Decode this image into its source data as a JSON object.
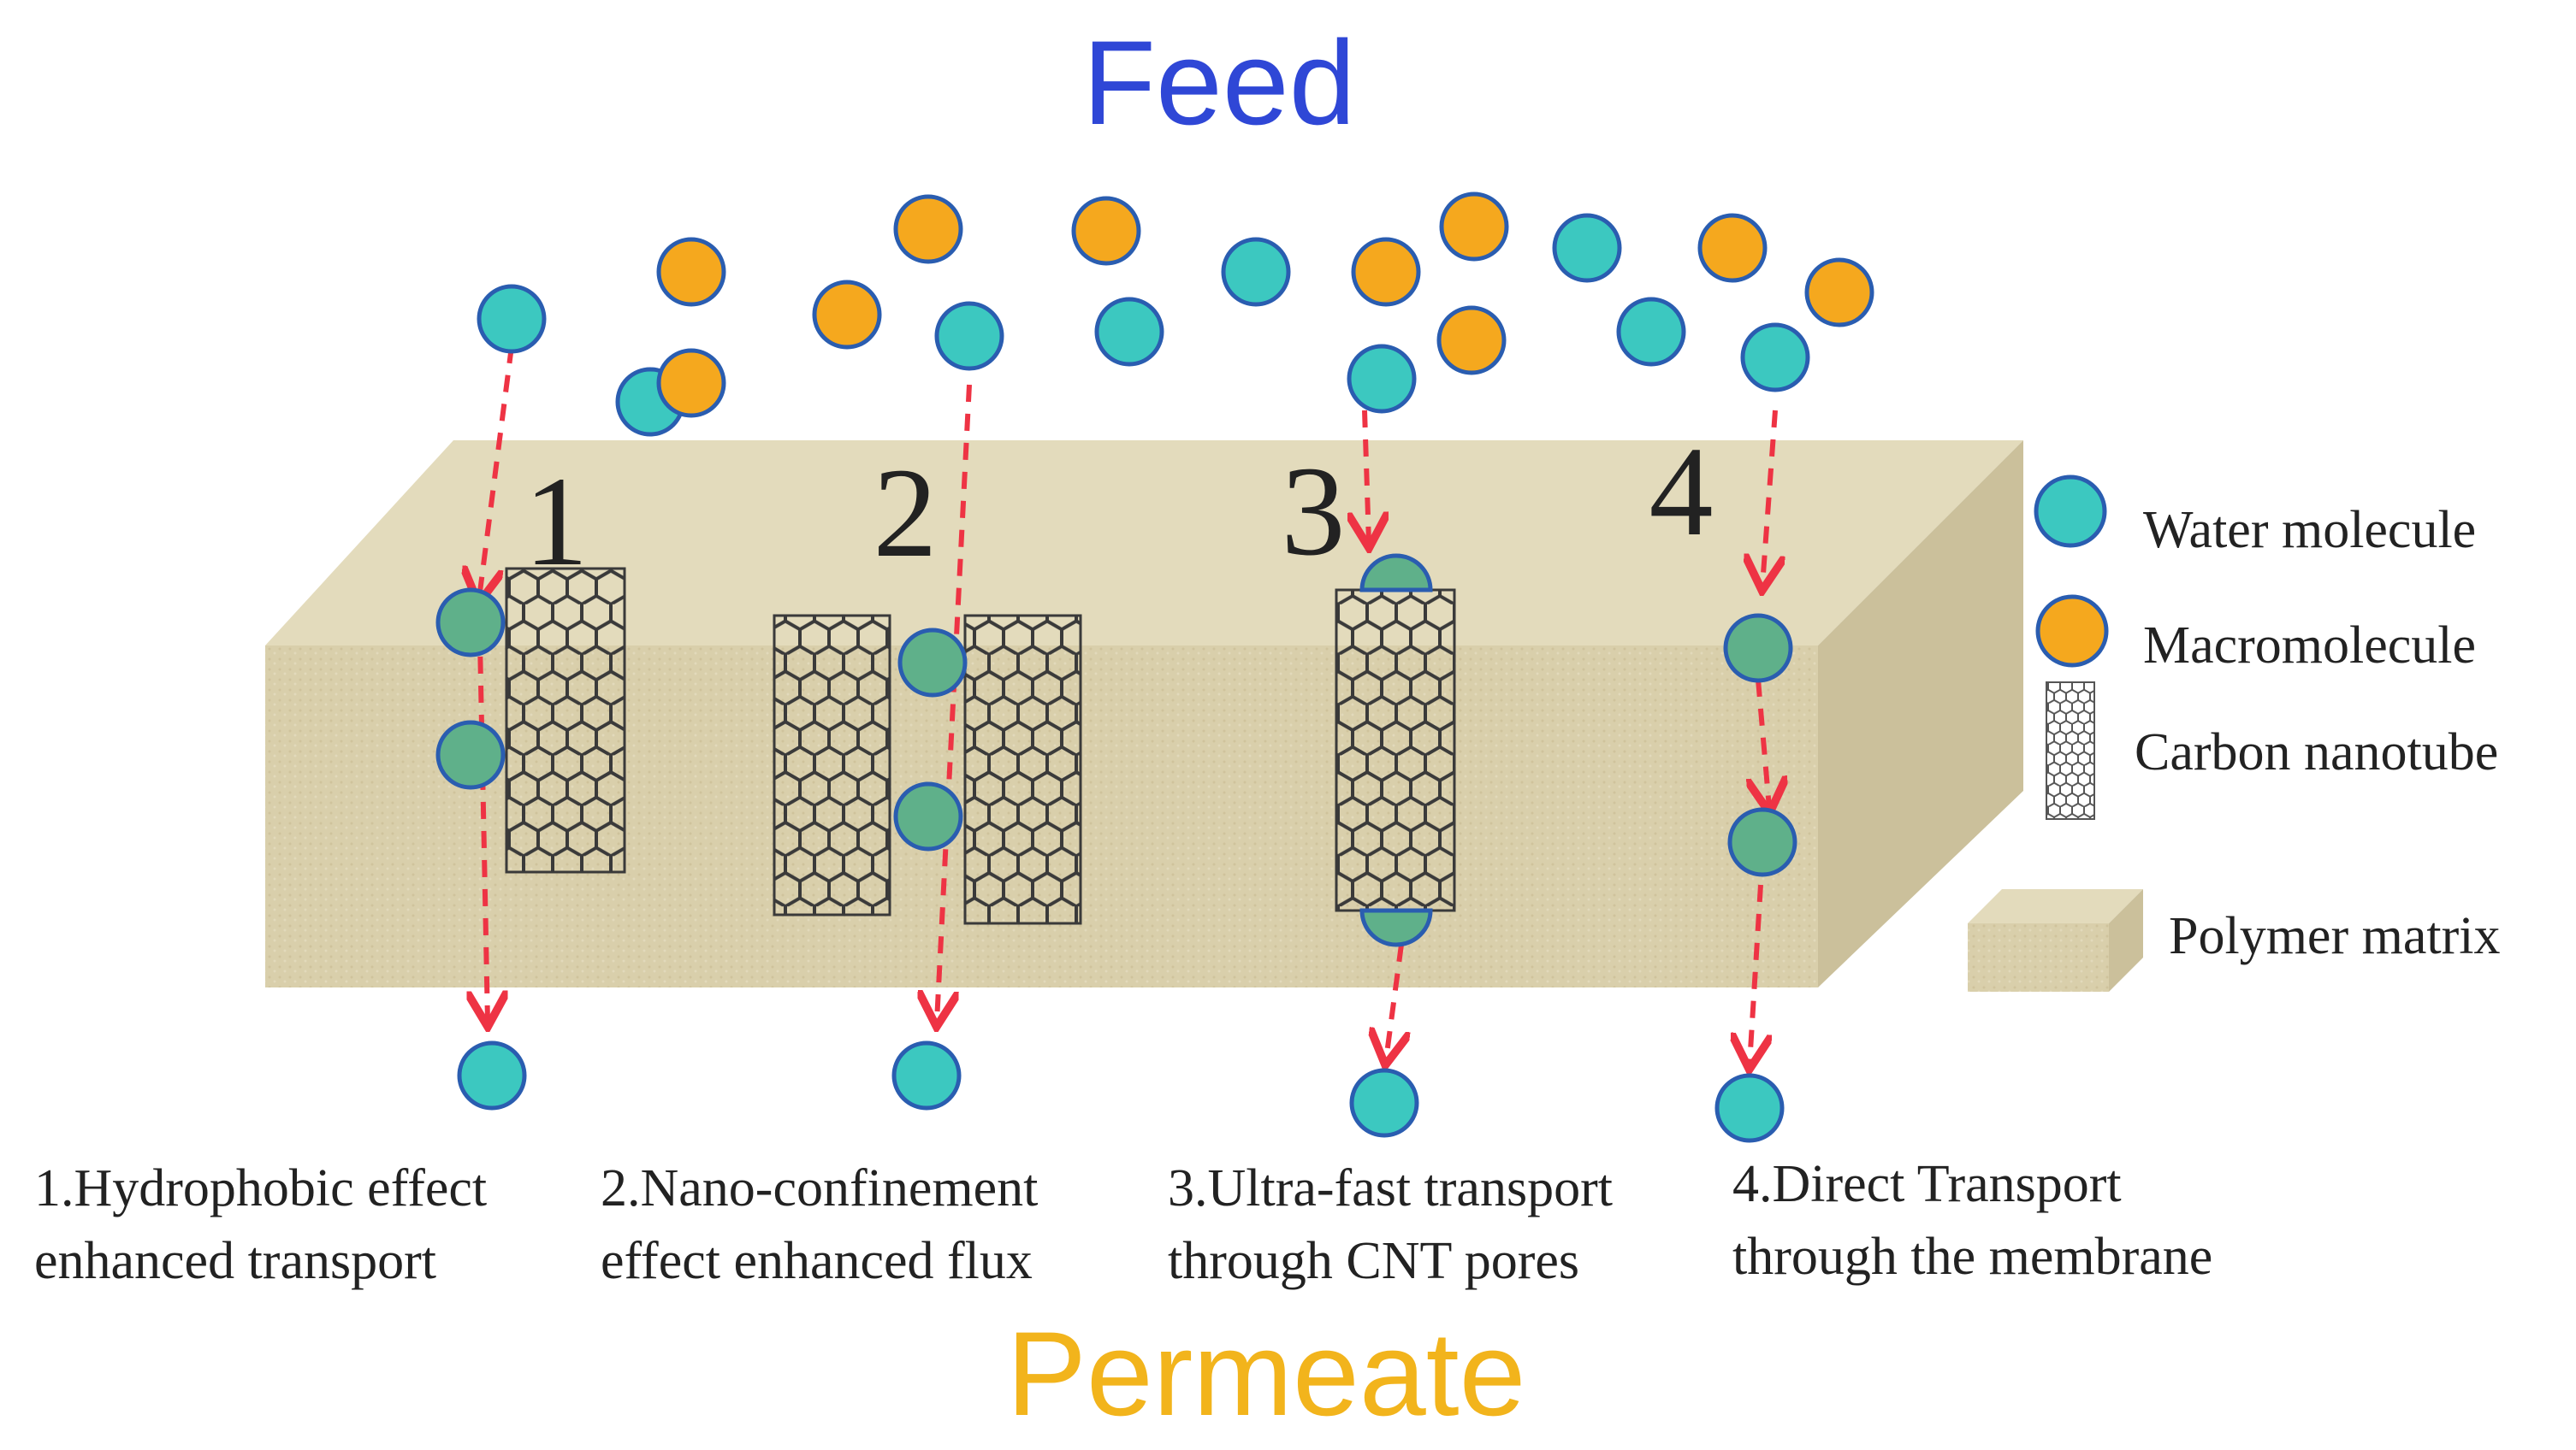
{
  "feed_label": "Feed",
  "permeate_label": "Permeate",
  "region_numbers": [
    "1",
    "2",
    "3",
    "4"
  ],
  "mechanisms": [
    {
      "line1": "1.Hydrophobic effect",
      "line2": "enhanced transport"
    },
    {
      "line1": "2.Nano-confinement",
      "line2": "effect enhanced flux"
    },
    {
      "line1": "3.Ultra-fast transport",
      "line2": "through CNT pores"
    },
    {
      "line1": "4.Direct Transport",
      "line2": "through the membrane"
    }
  ],
  "legend": {
    "water_molecule": "Water molecule",
    "macromolecule": "Macromolecule",
    "carbon_nanotube": "Carbon nanotube",
    "polymer_matrix": "Polymer matrix"
  },
  "colors": {
    "feed_text": "#2f47d6",
    "permeate_text": "#f2b41c",
    "water_molecule": "#3cc8c0",
    "water_molecule_in_membrane": "#5fb08a",
    "macromolecule": "#f5a81e",
    "molecule_outline": "#2a5db0",
    "arrow": "#ee3344",
    "membrane_front": "#d8ceaa",
    "membrane_top": "#e3dbbc",
    "membrane_side": "#cbc09b",
    "nanotube_line": "#3a3a3a"
  }
}
